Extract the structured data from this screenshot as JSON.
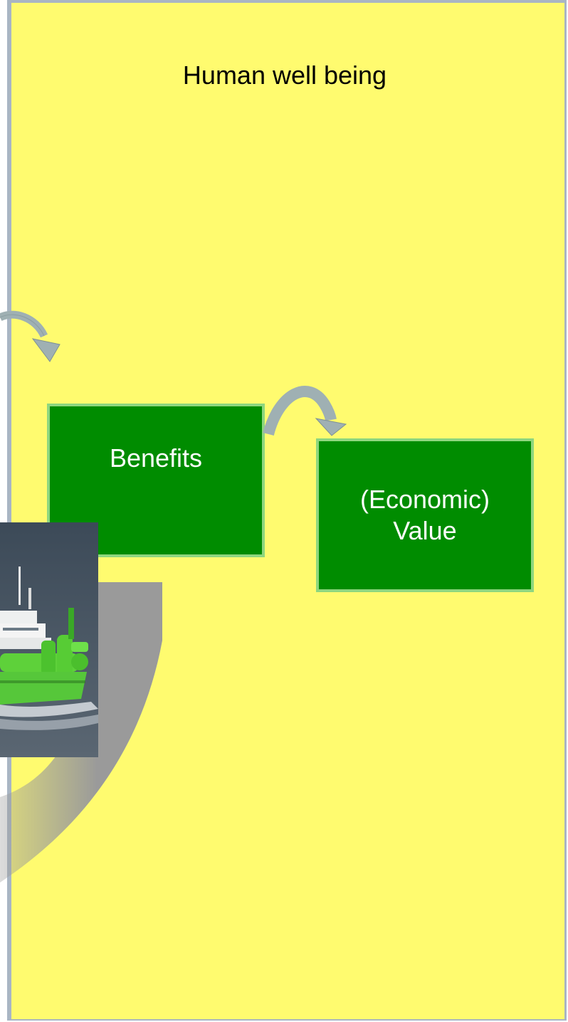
{
  "diagram": {
    "title": "Human well being",
    "nodes": [
      {
        "id": "benefits",
        "label": "Benefits"
      },
      {
        "id": "value",
        "label_line1": "(Economic)",
        "label_line2": "Value"
      }
    ],
    "edges": [
      {
        "from": "left-offscreen",
        "to": "benefits"
      },
      {
        "from": "benefits",
        "to": "value"
      }
    ]
  },
  "colors": {
    "panel_background": "#fffb6f",
    "panel_border": "#a9b5c4",
    "node_fill": "#008c00",
    "node_border": "#8ed67f",
    "arrow": "#9fb0b3",
    "large_arc": "#9a9a9a"
  },
  "photo": {
    "subject": "green-dredging-ship-photo"
  }
}
